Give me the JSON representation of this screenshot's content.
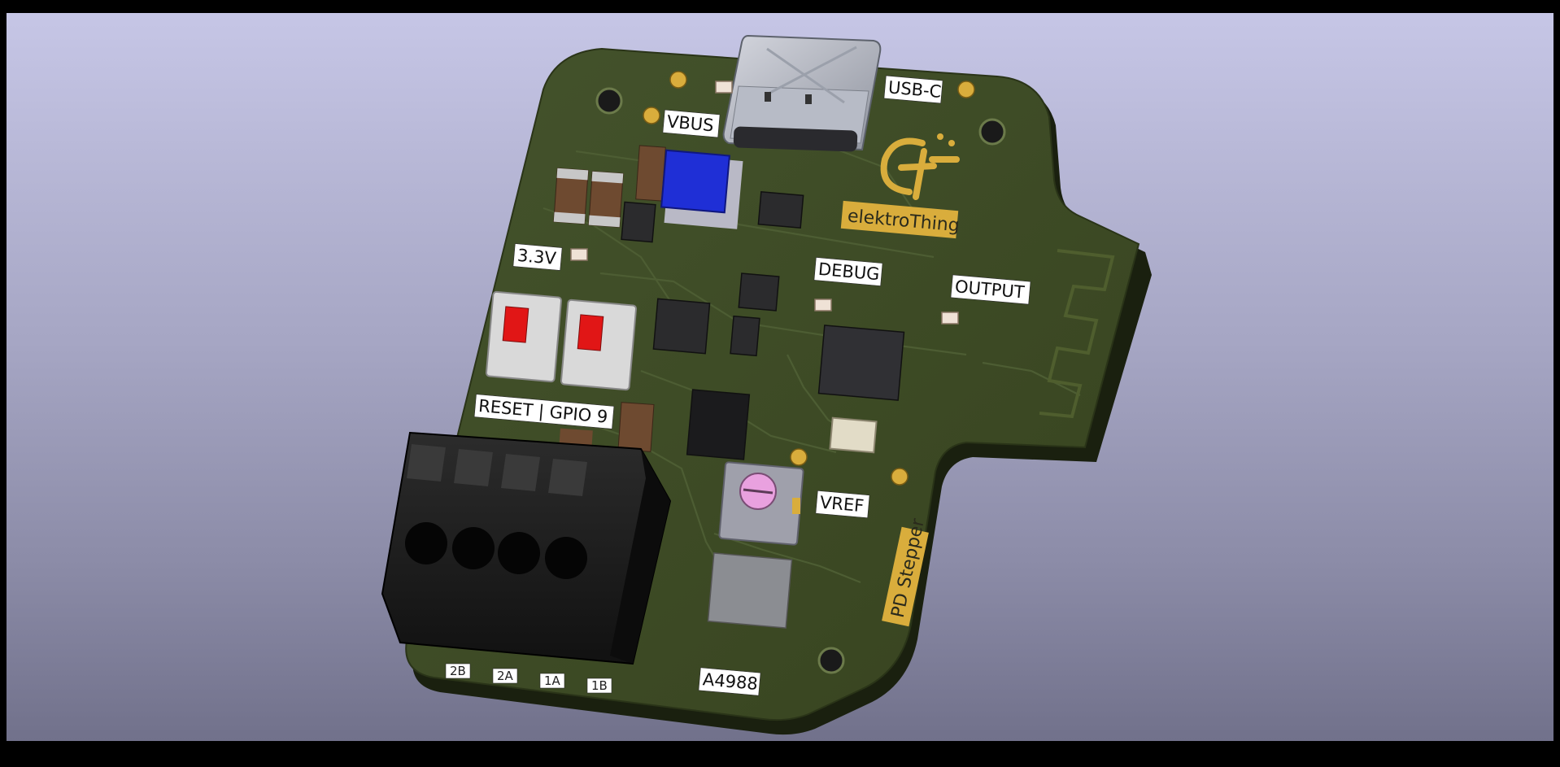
{
  "scene": {
    "kind": "3d-pcb-render",
    "background_top": "#c6c6e6",
    "background_bottom": "#71718b",
    "board_color": "#3d4a26",
    "silkscreen_color": "#ffffff",
    "gold_color": "#d9ad3c"
  },
  "labels": {
    "usb_c": "USB-C",
    "vbus": "VBUS",
    "v33": "3.3V",
    "debug": "DEBUG",
    "output": "OUTPUT",
    "reset_gpio": "RESET | GPIO 9",
    "vref": "VREF",
    "a4988": "A4988",
    "brand": "elektroThing",
    "product": "PD Stepper"
  },
  "terminal_pins": [
    "2B",
    "2A",
    "1A",
    "1B"
  ]
}
